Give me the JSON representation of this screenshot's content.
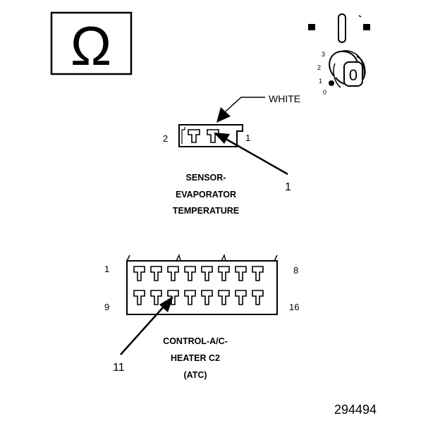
{
  "ohm_symbol": "Ω",
  "ignition": {
    "positions": [
      "3",
      "2",
      "1",
      "0"
    ],
    "key_label": "0",
    "icon": "ignition-key-icon"
  },
  "sensor": {
    "wire_color_label": "WHITE",
    "pin_left": "2",
    "pin_right": "1",
    "callout": "1",
    "name_lines": [
      "SENSOR-",
      "EVAPORATOR",
      "TEMPERATURE"
    ]
  },
  "control": {
    "pin_top_left": "1",
    "pin_top_right": "8",
    "pin_bottom_left": "9",
    "pin_bottom_right": "16",
    "callout": "11",
    "name_lines": [
      "CONTROL-A/C-",
      "HEATER C2",
      "(ATC)"
    ]
  },
  "figure_number": "294494"
}
